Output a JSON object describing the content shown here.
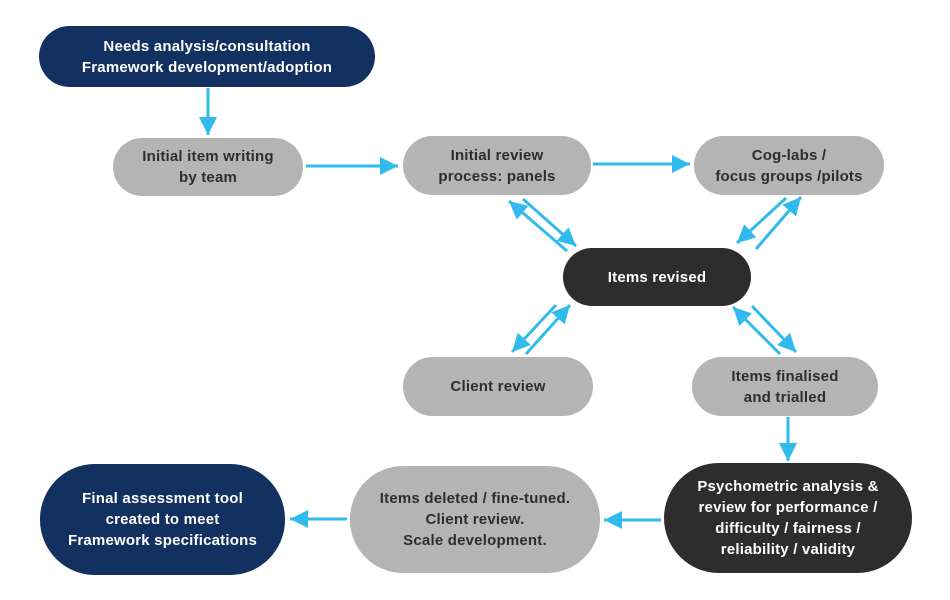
{
  "colors": {
    "navy": "#123060",
    "charcoal": "#2d2d2d",
    "gray": "#b4b4b4",
    "arrow": "#31baec",
    "text_on_gray": "#2e2e2e",
    "text_on_dark": "#ffffff",
    "background": "#ffffff"
  },
  "diagram": {
    "nodes": [
      {
        "id": "needs-analysis",
        "style": "navy",
        "lines": [
          "Needs analysis/consultation",
          "Framework development/adoption"
        ]
      },
      {
        "id": "initial-item-writing",
        "style": "gray",
        "lines": [
          "Initial item writing",
          "by team"
        ]
      },
      {
        "id": "initial-review",
        "style": "gray",
        "lines": [
          "Initial review",
          "process: panels"
        ]
      },
      {
        "id": "cog-labs",
        "style": "gray",
        "lines": [
          "Cog-labs /",
          "focus groups /pilots"
        ]
      },
      {
        "id": "items-revised",
        "style": "charcoal",
        "lines": [
          "Items revised"
        ]
      },
      {
        "id": "client-review",
        "style": "gray",
        "lines": [
          "Client review"
        ]
      },
      {
        "id": "items-finalised",
        "style": "gray",
        "lines": [
          "Items finalised",
          "and trialled"
        ]
      },
      {
        "id": "psychometric",
        "style": "charcoal",
        "lines": [
          "Psychometric analysis &",
          "review for performance /",
          "difficulty / fairness /",
          "reliability / validity"
        ]
      },
      {
        "id": "items-deleted",
        "style": "gray",
        "lines": [
          "Items deleted / fine-tuned.",
          "Client review.",
          "Scale development."
        ]
      },
      {
        "id": "final-tool",
        "style": "navy",
        "lines": [
          "Final assessment tool",
          "created to meet",
          "Framework specifications"
        ]
      }
    ],
    "edges": [
      {
        "from": "needs-analysis",
        "to": "initial-item-writing"
      },
      {
        "from": "initial-item-writing",
        "to": "initial-review"
      },
      {
        "from": "initial-review",
        "to": "cog-labs"
      },
      {
        "from": "initial-review",
        "to": "items-revised",
        "bidirectional": true
      },
      {
        "from": "cog-labs",
        "to": "items-revised",
        "bidirectional": true
      },
      {
        "from": "client-review",
        "to": "items-revised",
        "bidirectional": true
      },
      {
        "from": "items-finalised",
        "to": "items-revised",
        "bidirectional": true
      },
      {
        "from": "items-finalised",
        "to": "psychometric"
      },
      {
        "from": "psychometric",
        "to": "items-deleted"
      },
      {
        "from": "items-deleted",
        "to": "final-tool"
      }
    ]
  }
}
